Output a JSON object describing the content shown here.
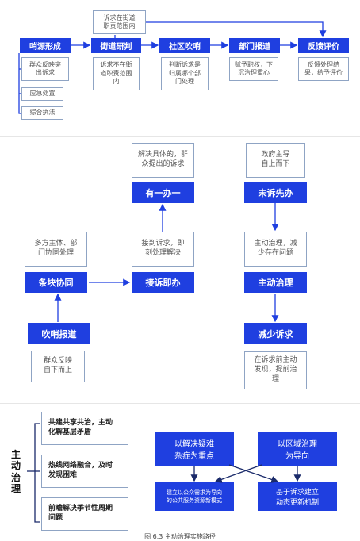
{
  "top": {
    "steps": [
      "哨源形成",
      "街道研判",
      "社区吹哨",
      "部门报道",
      "反馈评价"
    ],
    "above_note": "诉求在街道\n职责范围内",
    "notes": {
      "sub1": "群众反映突\n出诉求",
      "sub2": "应急处置",
      "sub3": "综合执法",
      "n2": "诉求不在街\n道职责范围\n内",
      "n3": "判断诉求是\n归属哪个部\n门处理",
      "n4": "赋予职权，下\n沉治理重心",
      "n5": "反馈处理结\n果，给予评价"
    }
  },
  "middle": {
    "b1": "有一办一",
    "n1": "解决具体的，群\n众提出的诉求",
    "b2": "未诉先办",
    "n2": "政府主导\n自上而下",
    "b3": "条块协同",
    "n3": "多方主体、部\n门协同处理",
    "b4": "接诉即办",
    "n4": "接到诉求，即\n刻处理解决",
    "b5": "主动治理",
    "n5": "主动治理，减\n少存在问题",
    "b6": "吹哨报道",
    "n6": "群众反映\n自下而上",
    "b7": "减少诉求",
    "n7": "在诉求前主动\n发现，提前治\n理"
  },
  "bottom": {
    "side_label": "主\n动\n治\n理",
    "items": [
      "共建共享共治，主动\n化解基层矛盾",
      "热线网络融合，及时\n发现困难",
      "前瞻解决季节性周期\n问题"
    ],
    "b1": "以解决疑难\n杂症为重点",
    "b2": "以区域治理\n为导向",
    "b3": "建立以公众需求为导向\n的公共服务资源新模式",
    "b4": "基于诉求建立\n动态更新机制"
  },
  "caption": "图 6.3  主动治理实施路径"
}
